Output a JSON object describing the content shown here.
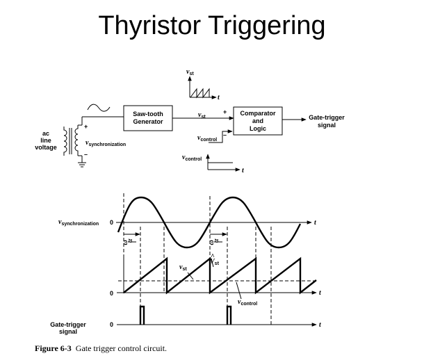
{
  "title": "Thyristor Triggering",
  "block_diagram": {
    "ac_line": [
      "ac",
      "line",
      "voltage"
    ],
    "plus": "+",
    "minus": "–",
    "v_sync_main": "v",
    "v_sync_sub": "synchronization",
    "sawtooth_block": [
      "Saw-tooth",
      "Generator"
    ],
    "comparator_block": [
      "Comparator",
      "and",
      "Logic"
    ],
    "gate_output": [
      "Gate-trigger",
      "signal"
    ],
    "v_st_main": "v",
    "v_st_sub": "st",
    "v_control_main": "v",
    "v_control_sub": "control",
    "t_label": "t"
  },
  "waveforms": {
    "v_sync_main": "v",
    "v_sync_sub": "synchronization",
    "zero": "0",
    "alpha_label": "α",
    "omega_label": "ω",
    "v_st_main": "v",
    "v_st_sub": "st",
    "vhat_main": "V",
    "vhat_hat": "^",
    "vhat_sub": "st",
    "v_control_main": "v",
    "v_control_sub": "control",
    "gate_label": [
      "Gate-trigger",
      "signal"
    ],
    "t_label": "t"
  },
  "caption": {
    "figure": "Figure 6-3",
    "text": "Gate trigger control circuit."
  }
}
